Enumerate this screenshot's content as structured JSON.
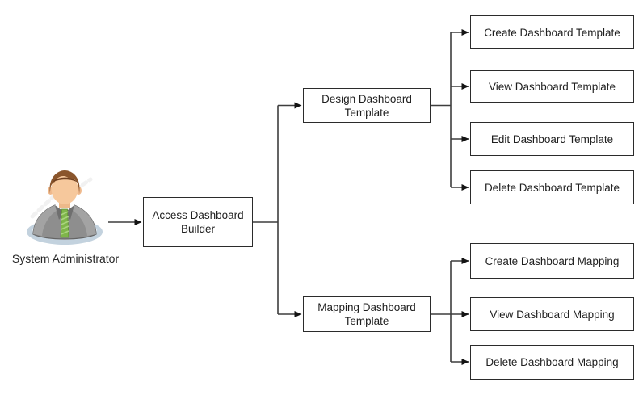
{
  "diagram": {
    "actor": {
      "label": "System Administrator",
      "icon": "administrator-person-icon"
    },
    "root": {
      "label": "Access Dashboard Builder"
    },
    "branches": [
      {
        "label": "Design Dashboard Template",
        "children": [
          "Create Dashboard Template",
          "View Dashboard Template",
          "Edit Dashboard Template",
          "Delete Dashboard Template"
        ]
      },
      {
        "label": "Mapping Dashboard Template",
        "children": [
          "Create Dashboard Mapping",
          "View Dashboard Mapping",
          "Delete Dashboard Mapping"
        ]
      }
    ],
    "colors": {
      "background": "#ffffff",
      "connector_line": "#3d3d3d",
      "arrowhead": "#141414",
      "box_border": "#2b2b2b",
      "text": "#1f1f1f",
      "suit_gray": "#8e8e8e",
      "tie_green": "#7fb54a",
      "skin": "#f6c89c",
      "hair_brown": "#8a552c",
      "base_plate": "#c3d2de"
    }
  }
}
